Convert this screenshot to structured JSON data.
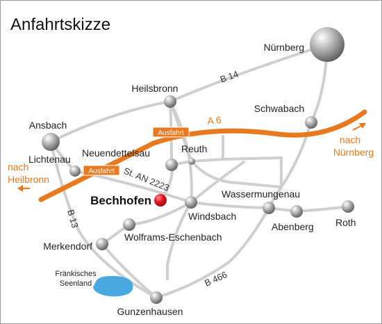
{
  "title": "Anfahrtskizze",
  "roads": {
    "b14": "B 14",
    "b13": "B 13",
    "b466": "B 466",
    "a6": "A 6",
    "st_an": "St. AN 2223"
  },
  "exits": {
    "label": "Ausfahrt"
  },
  "directions": {
    "to_nuernberg_line1": "nach",
    "to_nuernberg_line2": "Nürnberg",
    "to_heilbronn_line1": "nach",
    "to_heilbronn_line2": "Heilbronn"
  },
  "places": {
    "nuernberg": "Nürnberg",
    "heilsbronn": "Heilsbronn",
    "schwabach": "Schwabach",
    "ansbach": "Ansbach",
    "lichtenau": "Lichtenau",
    "neuendettelsau": "Neuendettelsau",
    "reuth": "Reuth",
    "bechhofen": "Bechhofen",
    "windsbach": "Windsbach",
    "wassermungenau": "Wassermungenau",
    "abenberg": "Abenberg",
    "roth": "Roth",
    "merkendorf": "Merkendorf",
    "wolframs_eschenbach": "Wolframs-Eschenbach",
    "gunzenhausen": "Gunzenhausen",
    "seenland_line1": "Fränkisches",
    "seenland_line2": "Seenland"
  },
  "colors": {
    "highway": "#e8791f",
    "road": "#cfcfcf",
    "town": "#8c8c8c",
    "target": "#e0141e",
    "lake": "#4aa8e0"
  }
}
